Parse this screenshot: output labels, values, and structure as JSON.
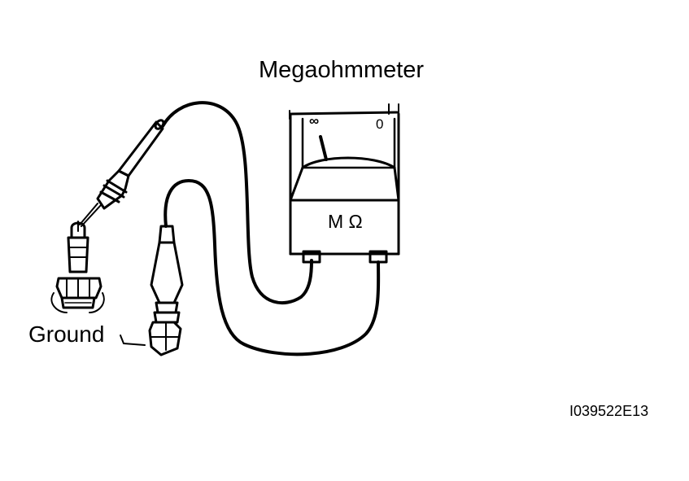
{
  "labels": {
    "title": "Megaohmmeter",
    "ground": "Ground",
    "figure_id": "I039522E13"
  },
  "meter": {
    "unit": "M Ω",
    "scale_min": "0",
    "scale_max": "∞"
  },
  "icons": {
    "meter": "megaohmmeter-icon",
    "spark_plug": "spark-plug-icon",
    "probe": "test-probe-icon",
    "clip": "ground-clip-icon"
  },
  "colors": {
    "ink": "#000000",
    "paper": "#ffffff"
  }
}
